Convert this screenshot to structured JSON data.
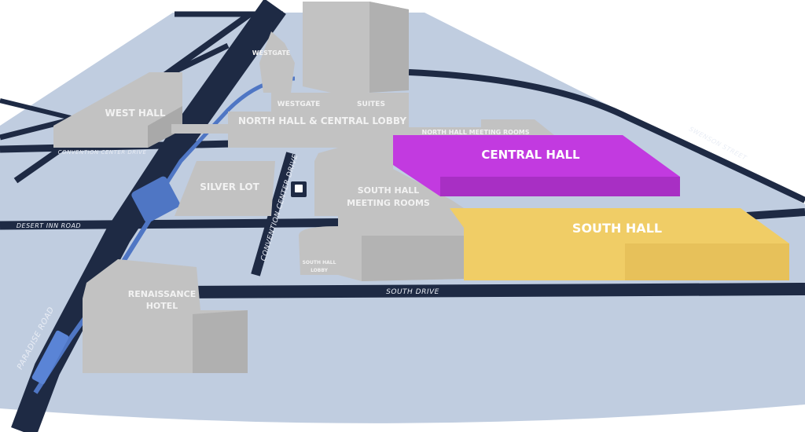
{
  "buildings": {
    "westgate_tower": "WESTGATE",
    "westgate": "WESTGATE",
    "suites": "SUITES",
    "west_hall": "WEST HALL",
    "north_hall": "NORTH HALL & CENTRAL LOBBY",
    "north_hall_meeting_rooms": "NORTH HALL MEETING ROOMS",
    "central_hall": "CENTRAL HALL",
    "south_hall": "SOUTH HALL",
    "south_hall_meeting_rooms_1": "SOUTH HALL",
    "south_hall_meeting_rooms_2": "MEETING ROOMS",
    "south_hall_lobby_1": "SOUTH HALL",
    "south_hall_lobby_2": "LOBBY",
    "silver_lot": "SILVER LOT",
    "renaissance_1": "RENAISSANCE",
    "renaissance_2": "HOTEL"
  },
  "roads": {
    "convention_center_drive_top": "CONVENTION CENTER DRIVE",
    "convention_center_drive_side": "CONVENTION CENTER DRIVE",
    "desert_inn": "DESERT INN ROAD",
    "paradise": "PARADISE ROAD",
    "south_drive": "SOUTH DRIVE",
    "swenson": "SWENSON STREET"
  },
  "colors": {
    "ground": "#c0cde0",
    "road": "#1e2a44",
    "building_top": "#c2c2c2",
    "building_side": "#a9a9a9",
    "central_hall": "#c23ae0",
    "south_hall": "#f0cd66",
    "monorail": "#4f76c4"
  },
  "icons": {
    "transit": "bus-stop-icon"
  }
}
